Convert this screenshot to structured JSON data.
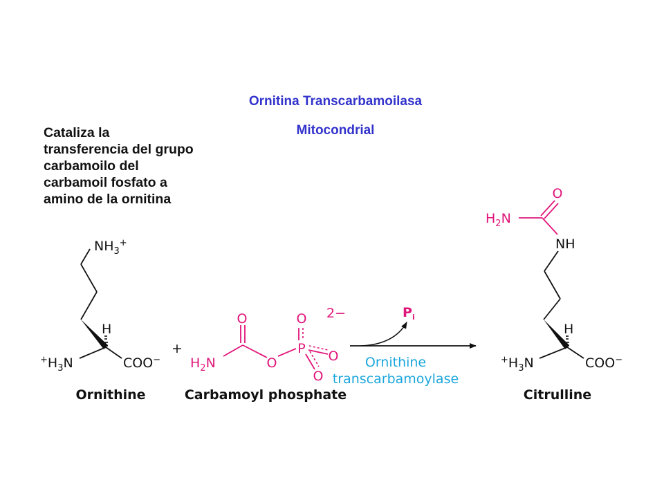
{
  "title": {
    "line1": "Ornitina Transcarbamoilasa",
    "line2": "Mitocondrial"
  },
  "description": [
    "Cataliza la",
    "transferencia del grupo",
    "carbamoilo del",
    "carbamoil fosfato a",
    "amino de la ornitina"
  ],
  "ornithine": {
    "top_amine": "NH3+",
    "h": "H",
    "amine": "+H3N",
    "carboxylate": "COO−",
    "name": "Ornithine"
  },
  "plus": "+",
  "carbamoyl_phosphate": {
    "o_carbonyl": "O",
    "h2n": "H2N",
    "o_bridge": "O",
    "p": "P",
    "o_top": "O",
    "o_right": "O",
    "o_bottom": "O",
    "charge": "2−",
    "name": "Carbamoyl phosphate"
  },
  "arrow": {
    "byproduct": "Pi",
    "enzyme_line1": "Ornithine",
    "enzyme_line2": "transcarbamoylase"
  },
  "citrulline": {
    "o": "O",
    "h2n": "H2N",
    "nh": "NH",
    "h": "H",
    "amine": "+H3N",
    "carboxylate": "COO−",
    "name": "Citrulline"
  },
  "colors": {
    "title": "#3333cc",
    "highlight": "#e0157a",
    "enzyme": "#1aa6dc"
  }
}
